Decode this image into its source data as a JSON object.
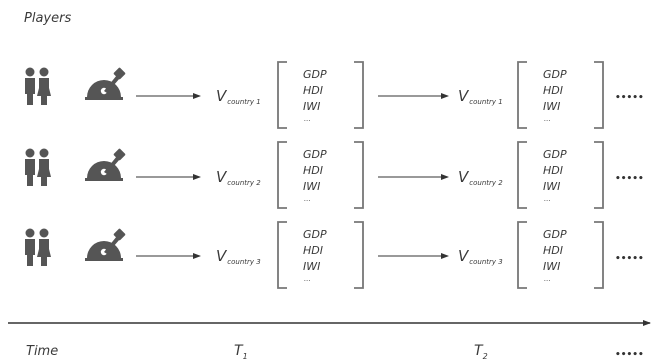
{
  "header": {
    "title": "Players"
  },
  "rows": [
    {
      "v_main": "V",
      "v_sub": "country 1",
      "box1": {
        "items": [
          "GDP",
          "HDI",
          "IWI"
        ],
        "more": "..."
      },
      "box2": {
        "items": [
          "GDP",
          "HDI",
          "IWI"
        ],
        "more": "..."
      },
      "continuation": "•••••"
    },
    {
      "v_main": "V",
      "v_sub": "country 2",
      "box1": {
        "items": [
          "GDP",
          "HDI",
          "IWI"
        ],
        "more": "..."
      },
      "box2": {
        "items": [
          "GDP",
          "HDI",
          "IWI"
        ],
        "more": "..."
      },
      "continuation": "•••••"
    },
    {
      "v_main": "V",
      "v_sub": "country 3",
      "box1": {
        "items": [
          "GDP",
          "HDI",
          "IWI"
        ],
        "more": "..."
      },
      "box2": {
        "items": [
          "GDP",
          "HDI",
          "IWI"
        ],
        "more": "..."
      },
      "continuation": "•••••"
    }
  ],
  "timeline": {
    "label": "Time",
    "t1_main": "T",
    "t1_sub": "1",
    "t2_main": "T",
    "t2_sub": "2",
    "continuation": "•••••"
  },
  "colors": {
    "icon": "#555555",
    "text": "#3a3a3a",
    "line": "#333333",
    "bracket": "#777777"
  },
  "icons": {
    "people": "people-icon",
    "slot": "slot-machine-icon"
  }
}
